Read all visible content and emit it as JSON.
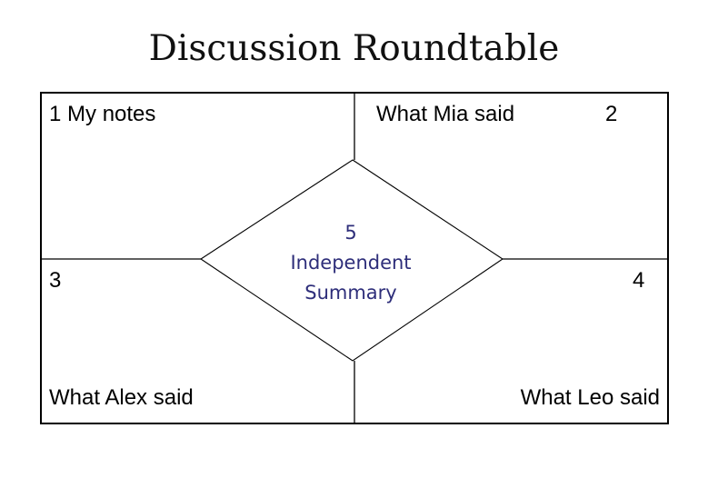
{
  "title": "Discussion Roundtable",
  "quadrants": {
    "top_left": {
      "number": "1",
      "label": "My notes"
    },
    "top_right": {
      "number": "2",
      "label": "What Mia said"
    },
    "bottom_left": {
      "number": "3",
      "label": "What Alex said"
    },
    "bottom_right": {
      "number": "4",
      "label": "What Leo said"
    }
  },
  "center": {
    "number": "5",
    "line1": "Independent",
    "line2": "Summary"
  },
  "colors": {
    "border": "#000000",
    "center_text": "#2e2e7a"
  }
}
